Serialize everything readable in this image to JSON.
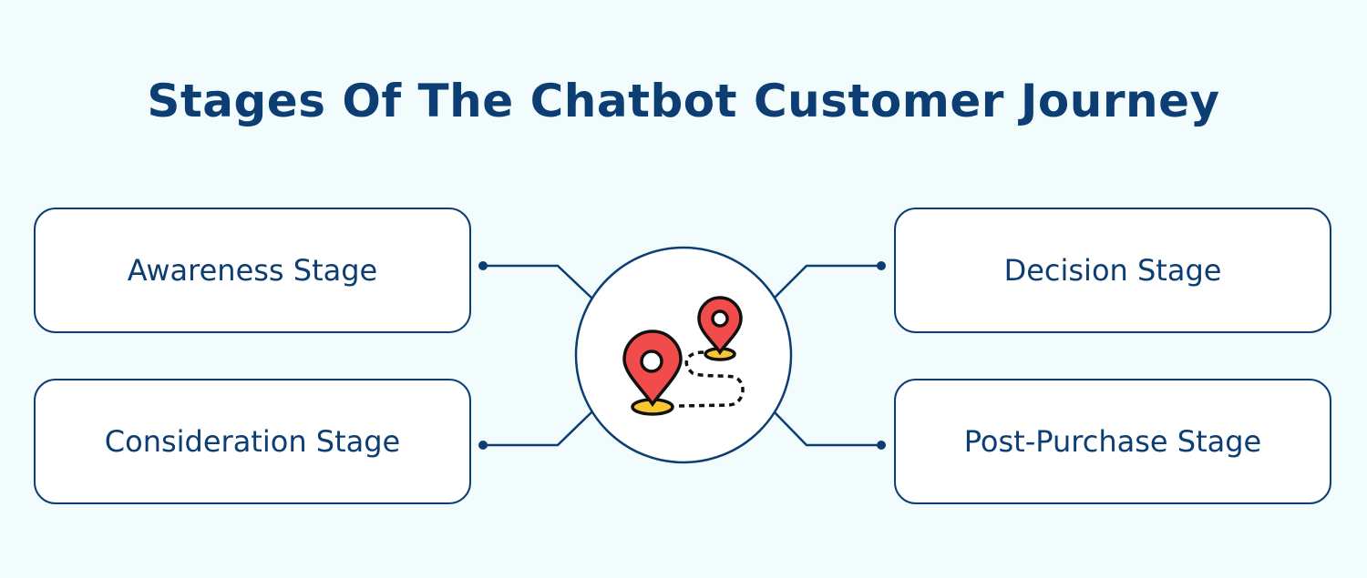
{
  "title": "Stages Of The Chatbot Customer Journey",
  "stages": [
    {
      "label": "Awareness Stage"
    },
    {
      "label": "Consideration Stage"
    },
    {
      "label": "Decision Stage"
    },
    {
      "label": "Post-Purchase Stage"
    }
  ],
  "center_icon": "map-route-pins-icon",
  "colors": {
    "primary": "#0c3e74",
    "pin": "#f24b4b",
    "pin_base": "#f8c630",
    "background": "#f2fcfc"
  }
}
